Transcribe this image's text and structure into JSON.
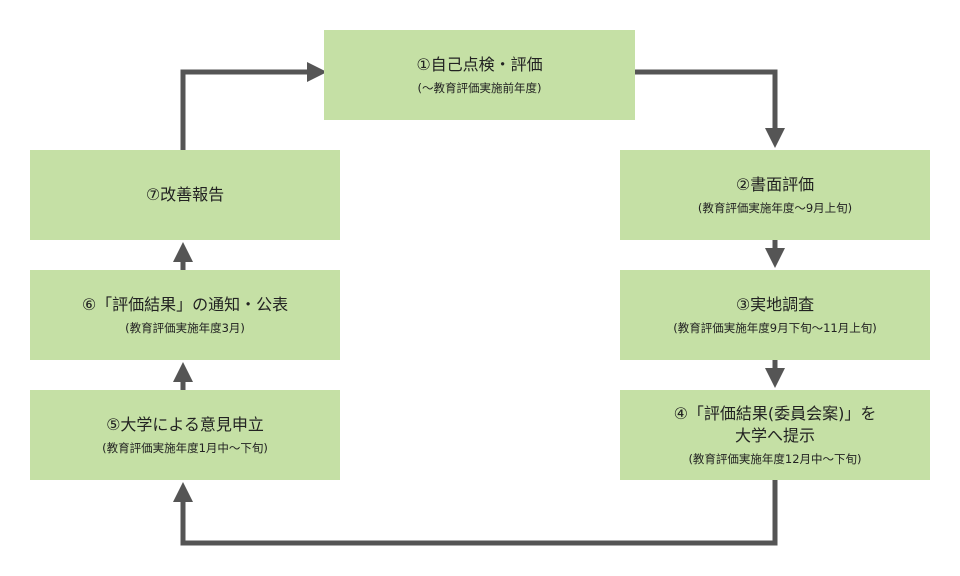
{
  "steps": [
    {
      "id": "s1",
      "title": "①自己点検・評価",
      "sub": "(〜教育評価実施前年度)"
    },
    {
      "id": "s2",
      "title": "②書面評価",
      "sub": "(教育評価実施年度〜9月上旬)"
    },
    {
      "id": "s3",
      "title": "③実地調査",
      "sub": "(教育評価実施年度9月下旬〜11月上旬)"
    },
    {
      "id": "s4",
      "title_line1": "④「評価結果(委員会案)」を",
      "title_line2": "大学へ提示",
      "sub": "(教育評価実施年度12月中〜下旬)"
    },
    {
      "id": "s5",
      "title": "⑤大学による意見申立",
      "sub": "(教育評価実施年度1月中〜下旬)"
    },
    {
      "id": "s6",
      "title": "⑥「評価結果」の通知・公表",
      "sub": "(教育評価実施年度3月)"
    },
    {
      "id": "s7",
      "title": "⑦改善報告",
      "sub": ""
    }
  ],
  "colors": {
    "box_fill": "#c5e0a5",
    "arrow": "#555555",
    "text": "#222222"
  }
}
